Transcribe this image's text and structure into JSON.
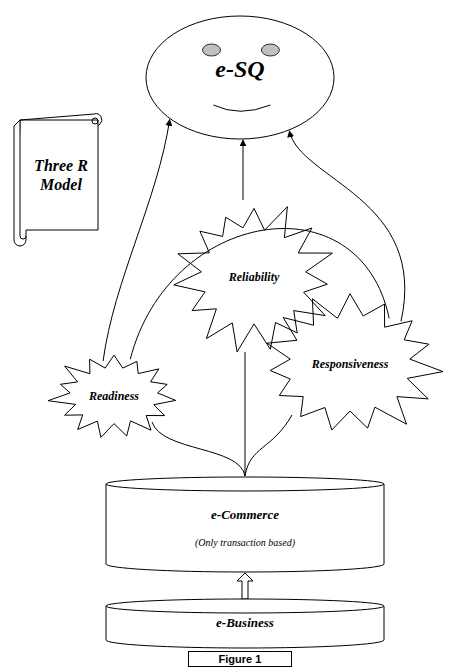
{
  "diagram": {
    "caption": "Figure 1",
    "nodes": [
      {
        "text": [
          "e-SQ"
        ]
      },
      {
        "text": [
          "Three R Model"
        ]
      },
      {
        "text": [
          "Reliability"
        ]
      },
      {
        "text": [
          "Readiness"
        ]
      },
      {
        "text": [
          "Responsiveness"
        ]
      },
      {
        "text": [
          "e-Commerce",
          "(Only transaction based)"
        ]
      },
      {
        "text": [
          "e-Business"
        ]
      }
    ],
    "edges": [
      {
        "from": 3,
        "to": 0,
        "arrow": "to"
      },
      {
        "from": 2,
        "to": 0,
        "arrow": "to"
      },
      {
        "from": 4,
        "to": 0,
        "arrow": "to"
      },
      {
        "from": 3,
        "to": 4,
        "arrow": "none"
      },
      {
        "from": 5,
        "to": 3,
        "arrow": "none"
      },
      {
        "from": 5,
        "to": 2,
        "arrow": "none"
      },
      {
        "from": 5,
        "to": 4,
        "arrow": "none"
      },
      {
        "from": 6,
        "to": 5,
        "arrow": "to"
      }
    ]
  }
}
